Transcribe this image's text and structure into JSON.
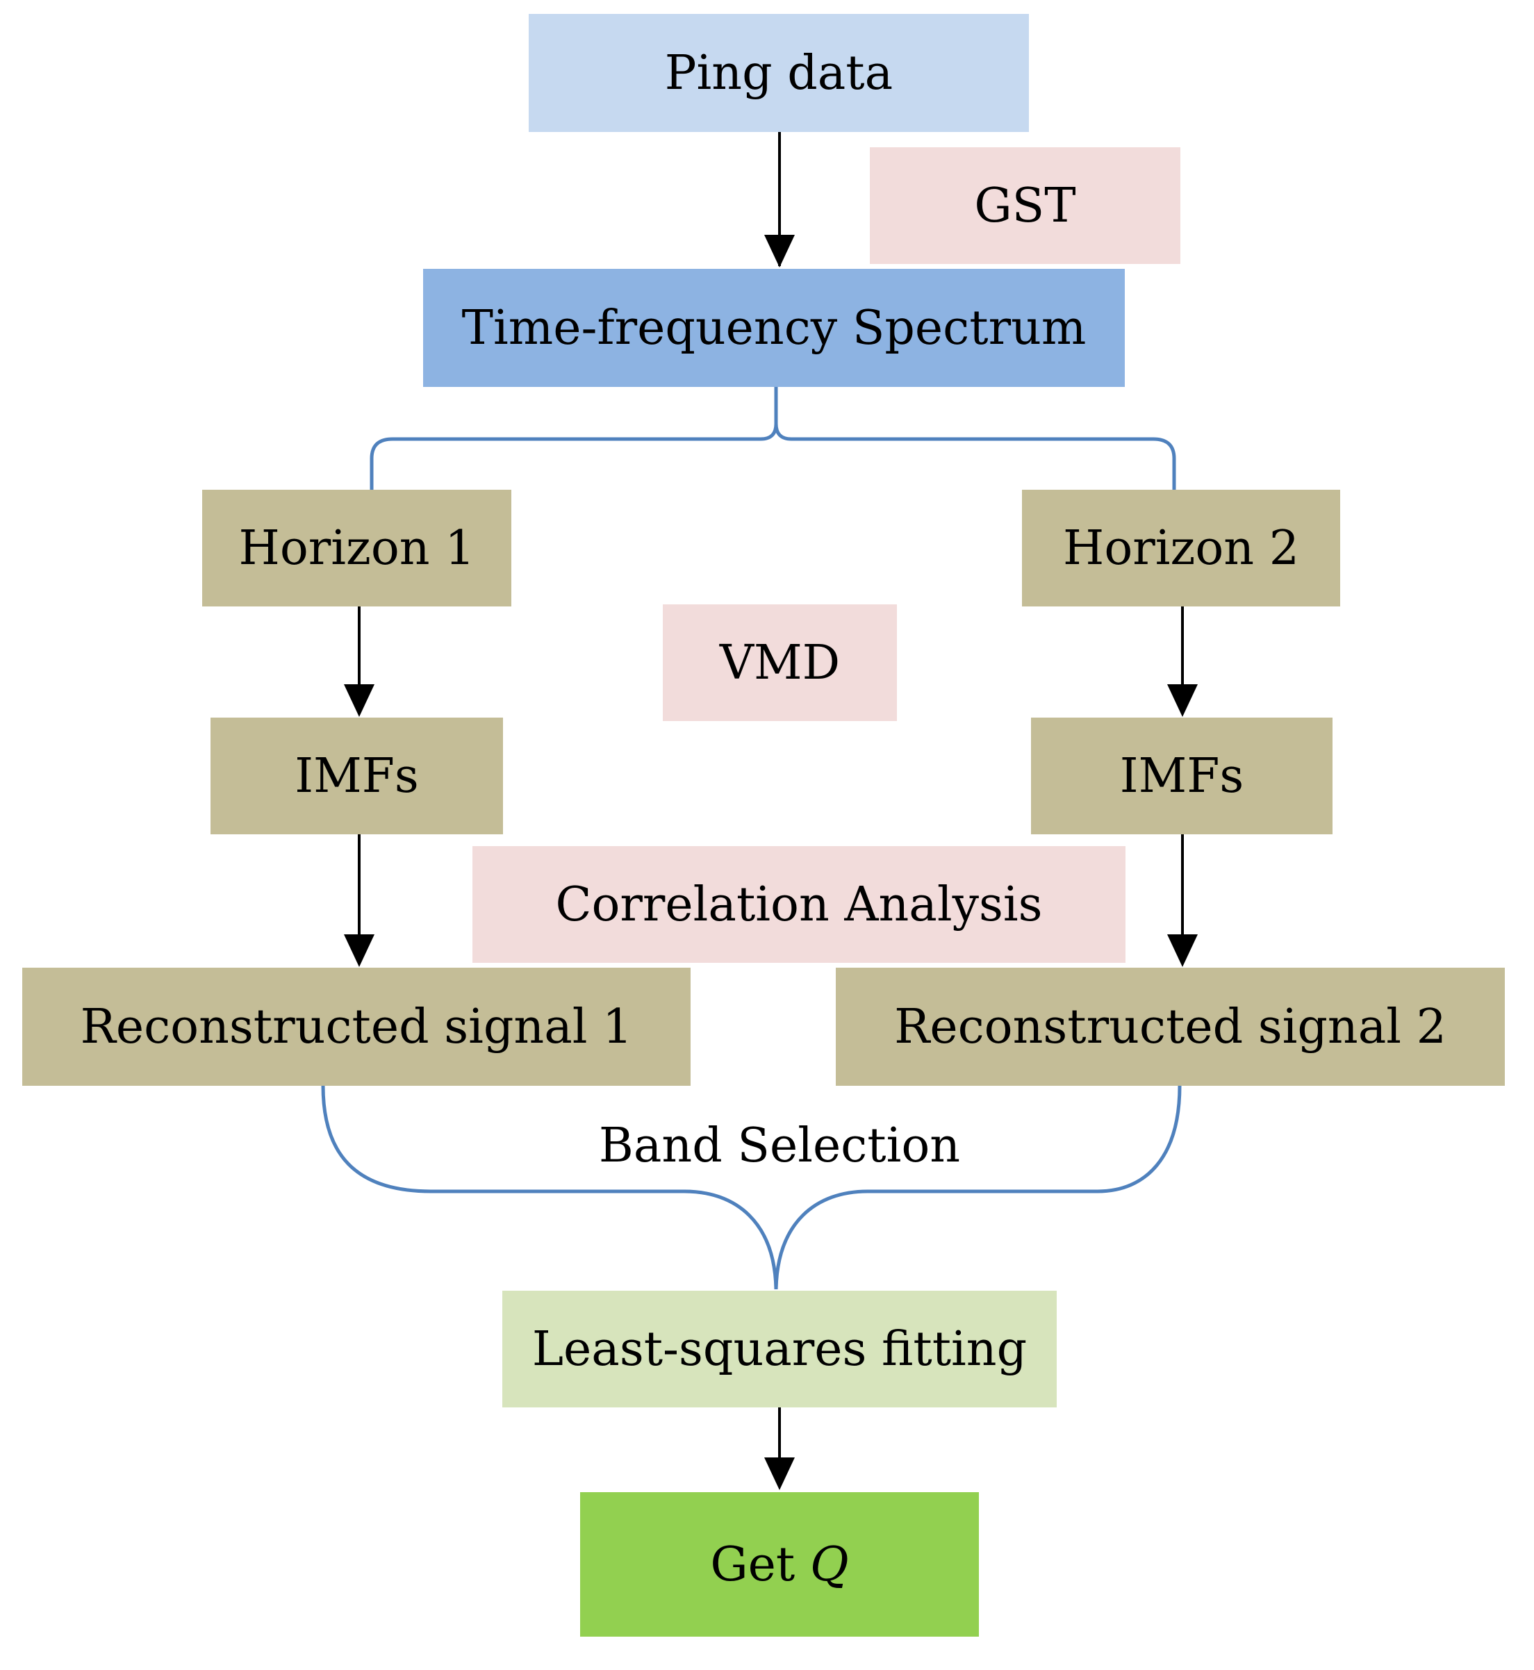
{
  "nodes": {
    "ping_data": {
      "label": "Ping data"
    },
    "gst": {
      "label": "GST"
    },
    "tf_spectrum": {
      "label": "Time-frequency Spectrum"
    },
    "horizon1": {
      "label": "Horizon 1"
    },
    "horizon2": {
      "label": "Horizon 2"
    },
    "vmd": {
      "label": "VMD"
    },
    "imfs1": {
      "label": "IMFs"
    },
    "imfs2": {
      "label": "IMFs"
    },
    "correlation": {
      "label": "Correlation Analysis"
    },
    "recon1": {
      "label": "Reconstructed signal 1"
    },
    "recon2": {
      "label": "Reconstructed signal 2"
    },
    "least_squares": {
      "label": "Least-squares fitting"
    },
    "get_q": {
      "prefix": "Get ",
      "var": "Q"
    }
  },
  "band_selection": {
    "label": "Band Selection"
  },
  "colors": {
    "input": "#c6d9f0",
    "spectrum": "#8db3e2",
    "method": "#f2dcdb",
    "horizon": "#c4bd97",
    "fitting": "#d7e4bc",
    "result": "#92d050",
    "brace": "#4f81bd",
    "arrow": "#000000"
  }
}
